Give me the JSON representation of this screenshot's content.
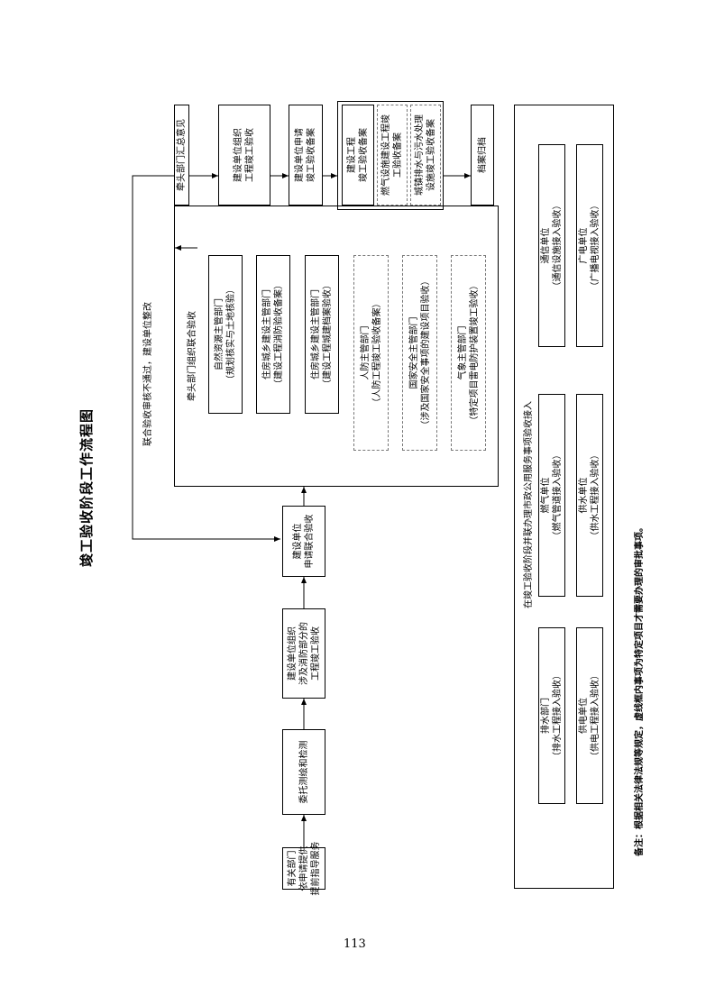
{
  "title": "竣工验收阶段工作流程图",
  "page_number": "113",
  "note": "备注：根据相关法律法规等规定，虚线框内事项为特定项目才需要办理的审批事项。",
  "flow": {
    "step1": [
      "有关部门",
      "依申请提供",
      "提前指导服务"
    ],
    "step2": [
      "委托测绘和检测"
    ],
    "step3": [
      "建设单位组织",
      "涉及消防部分的",
      "工程竣工验收"
    ],
    "step4": [
      "建设单位",
      "申请联合验收"
    ],
    "feedback_label": "联合验收审核不通过，建设单位整改"
  },
  "joint_acceptance": {
    "title": "牵头部门组织联合验收",
    "depts": [
      {
        "lines": [
          "自然资源主管部门",
          "（规划核实与土地核验）"
        ],
        "dashed": false
      },
      {
        "lines": [
          "住房城乡建设主管部门",
          "（建设工程消防验收备案）"
        ],
        "dashed": false
      },
      {
        "lines": [
          "住房城乡建设主管部门",
          "（建设工程城建档案验收）"
        ],
        "dashed": false
      },
      {
        "lines": [
          "人防主管部门",
          "（人防工程竣工验收备案）"
        ],
        "dashed": true
      },
      {
        "lines": [
          "国家安全主管部门",
          "（涉及国家安全事项的建设项目验收）"
        ],
        "dashed": true
      },
      {
        "lines": [
          "气象主管部门",
          "（特定项目雷电防护装置竣工验收）"
        ],
        "dashed": true
      }
    ]
  },
  "top_flow": {
    "a": [
      "牵头部门汇总意见"
    ],
    "b": [
      "建设单位组织",
      "工程竣工验收"
    ],
    "c": [
      "建设单位申请",
      "竣工验收备案"
    ],
    "filing": {
      "main": [
        "建设工程",
        "竣工验收备案"
      ],
      "gas": [
        "燃气设施建设工程竣",
        "工验收备案"
      ],
      "sewage": [
        "城镇排水与污水处理",
        "设施竣工验收备案"
      ]
    },
    "archive": [
      "档案归档"
    ]
  },
  "utilities": {
    "title": "在竣工验收阶段并联办理市政公用服务事项验收接入",
    "units": [
      [
        "排水部门",
        "（排水工程接入验收）"
      ],
      [
        "供电单位",
        "（供电工程接入验收）"
      ],
      [
        "燃气单位",
        "（燃气管道接入验收）"
      ],
      [
        "供水单位",
        "（供水工程接入验收）"
      ],
      [
        "通信单位",
        "（通信设施接入验收）"
      ],
      [
        "广电单位",
        "（广播电视接入验收）"
      ]
    ]
  }
}
